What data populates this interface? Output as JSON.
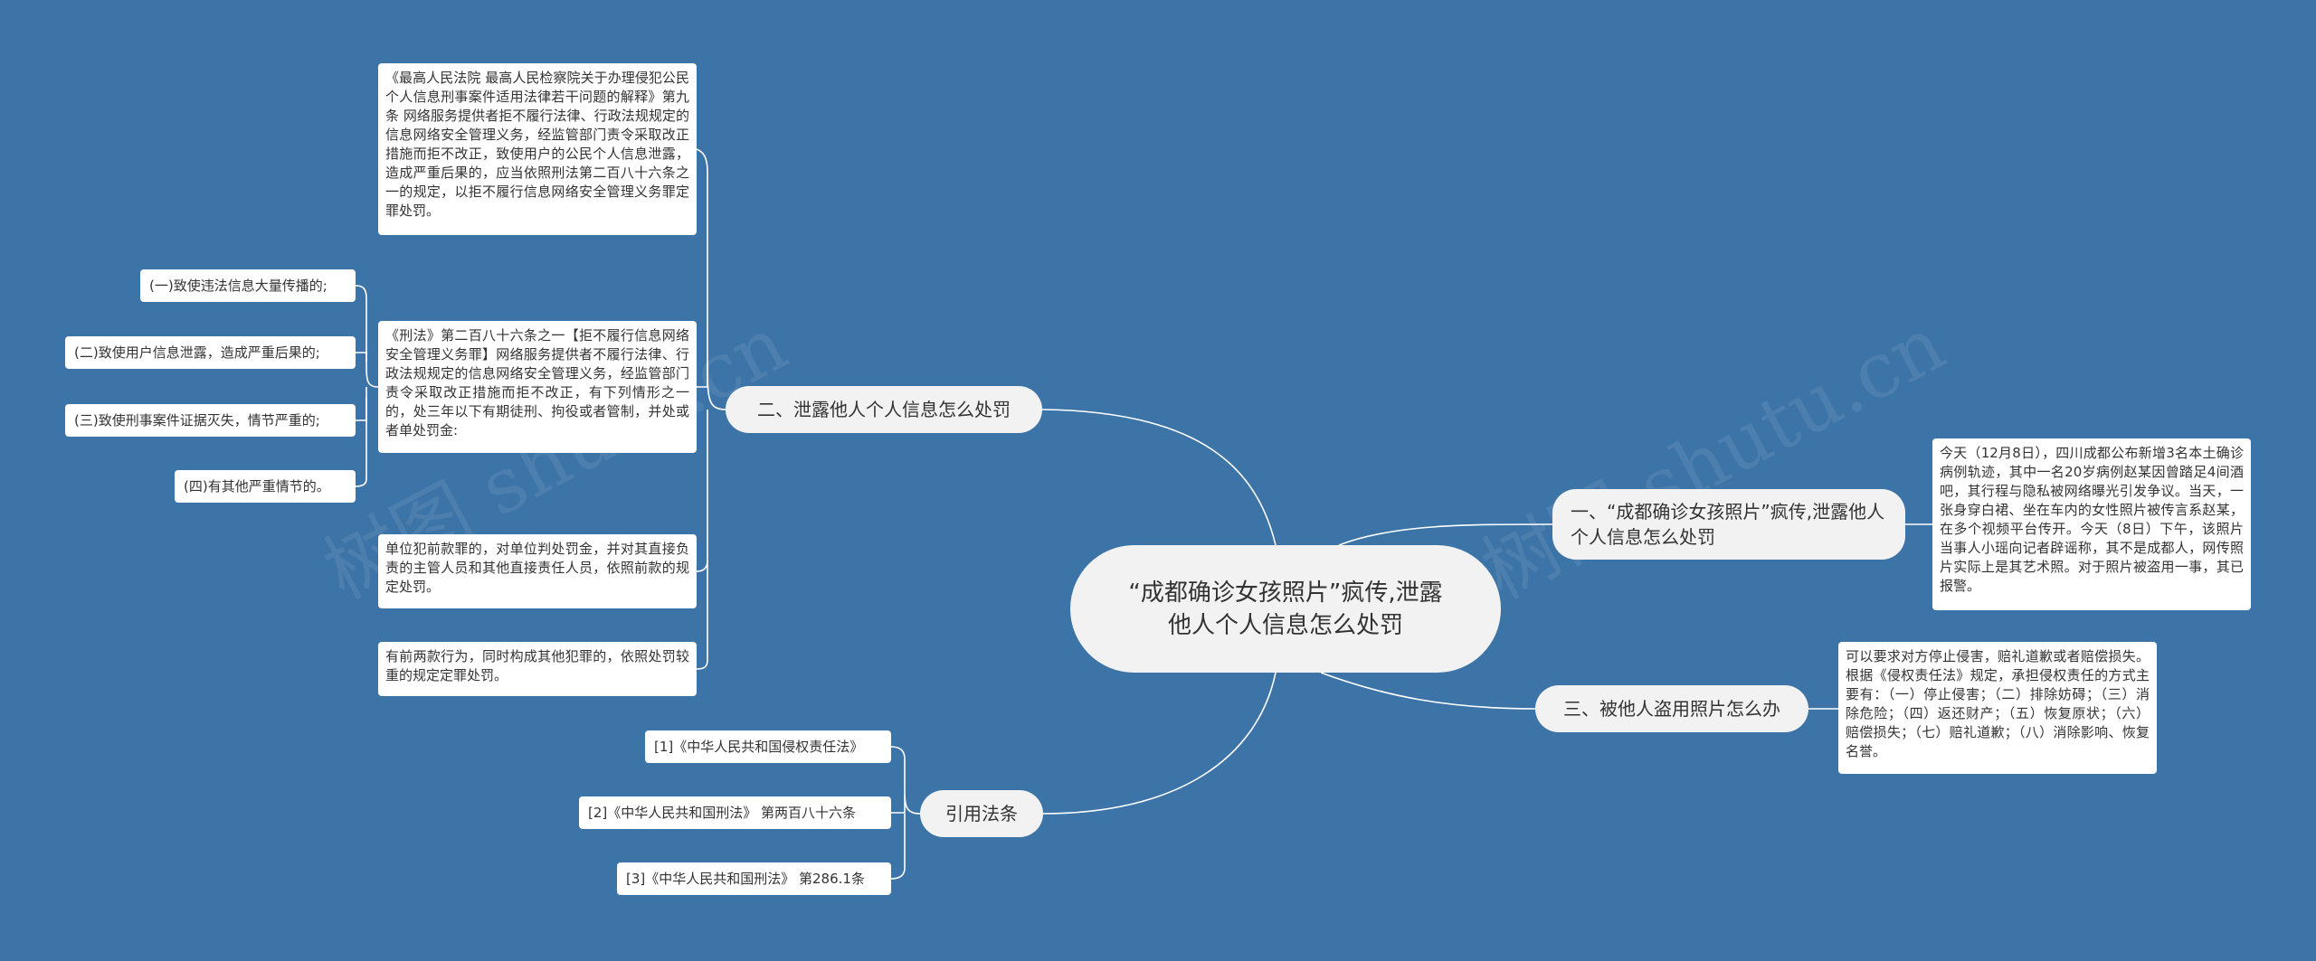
{
  "watermark": "树图 shutu.cn",
  "root": {
    "text": "“成都确诊女孩照片”疯传,泄露他人个人信息怎么处罚"
  },
  "branches": {
    "b1": {
      "text": "一、“成都确诊女孩照片”疯传,泄露他人个人信息怎么处罚"
    },
    "b2": {
      "text": "二、泄露他人个人信息怎么处罚"
    },
    "b3": {
      "text": "三、被他人盗用照片怎么办"
    },
    "b4": {
      "text": "引用法条"
    }
  },
  "leaves": {
    "l_b1": "今天（12月8日），四川成都公布新增3名本土确诊病例轨迹，其中一名20岁病例赵某因曾踏足4间酒吧，其行程与隐私被网络曝光引发争议。当天，一张身穿白裙、坐在车内的女性照片被传言系赵某，在多个视频平台传开。今天（8日）下午，该照片当事人小瑶向记者辟谣称，其不是成都人，网传照片实际上是其艺术照。对于照片被盗用一事，其已报警。",
    "l_b3": "可以要求对方停止侵害，赔礼道歉或者赔偿损失。根据《侵权责任法》规定，承担侵权责任的方式主要有：（一）停止侵害；（二）排除妨碍；（三）消除危险；（四）返还财产；（五）恢复原状；（六）赔偿损失；（七）赔礼道歉；（八）消除影响、恢复名誉。",
    "l_b2_1": "《最高人民法院 最高人民检察院关于办理侵犯公民个人信息刑事案件适用法律若干问题的解释》第九条 网络服务提供者拒不履行法律、行政法规规定的信息网络安全管理义务，经监管部门责令采取改正措施而拒不改正，致使用户的公民个人信息泄露，造成严重后果的，应当依照刑法第二百八十六条之一的规定，以拒不履行信息网络安全管理义务罪定罪处罚。",
    "l_b2_2": "《刑法》第二百八十六条之一【拒不履行信息网络安全管理义务罪】网络服务提供者不履行法律、行政法规规定的信息网络安全管理义务，经监管部门责令采取改正措施而拒不改正，有下列情形之一的，处三年以下有期徒刑、拘役或者管制，并处或者单处罚金:",
    "l_b2_3": "单位犯前款罪的，对单位判处罚金，并对其直接负责的主管人员和其他直接责任人员，依照前款的规定处罚。",
    "l_b2_4": "有前两款行为，同时构成其他犯罪的，依照处罚较重的规定定罪处罚。",
    "l_s1": "(一)致使违法信息大量传播的;",
    "l_s2": "(二)致使用户信息泄露，造成严重后果的;",
    "l_s3": "(三)致使刑事案件证据灭失，情节严重的;",
    "l_s4": "(四)有其他严重情节的。",
    "l_r1": "[1]《中华人民共和国侵权责任法》",
    "l_r2": "[2]《中华人民共和国刑法》 第两百八十六条",
    "l_r3": "[3]《中华人民共和国刑法》 第286.1条"
  },
  "colors": {
    "background": "#3d74a8",
    "line": "#ffffff",
    "node": "#f2f2f2",
    "leaf": "#ffffff"
  }
}
